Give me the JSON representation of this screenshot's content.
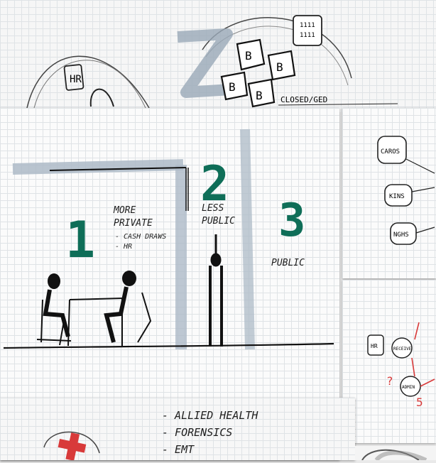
{
  "colors": {
    "ink": "#1e1e1e",
    "teal": "#0f6e58",
    "wash": "#b9c4cf",
    "red": "#d83a3a"
  },
  "top_sketch": {
    "zone": "2",
    "box_letter": "B",
    "sign_label": "HR",
    "top_sign_lines": [
      "1111",
      "1111"
    ],
    "caption": "CLOSED/GED"
  },
  "zones_sketch": {
    "zones": [
      {
        "number": "1",
        "label_lines": [
          "MORE",
          "PRIVATE"
        ],
        "notes": [
          "- CASH DRAWS",
          "- HR"
        ]
      },
      {
        "number": "2",
        "label_lines": [
          "LESS",
          "PUBLIC"
        ],
        "notes": []
      },
      {
        "number": "3",
        "label_lines": [
          "PUBLIC"
        ],
        "notes": []
      }
    ]
  },
  "bubble_sketch": {
    "nodes": [
      "CAROS",
      "KINS",
      "NGHS"
    ]
  },
  "red_sketch": {
    "nodes": [
      "HR",
      "RECEIVE",
      "ADMIN"
    ],
    "marks": [
      "?",
      "5"
    ]
  },
  "list_sketch": {
    "items": [
      "- ALLIED HEALTH",
      "- FORENSICS",
      "- EMT"
    ]
  }
}
